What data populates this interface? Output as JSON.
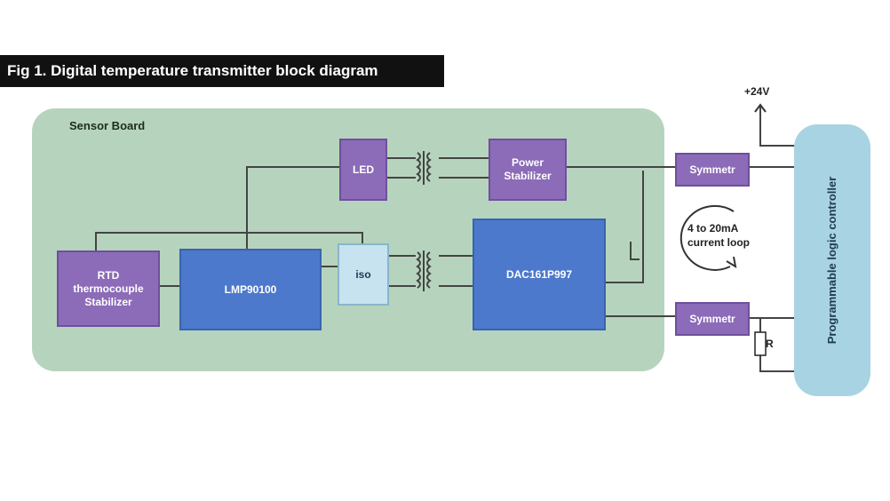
{
  "figure": {
    "title": "Fig 1. Digital temperature transmitter block diagram",
    "board_label": "Sensor Board"
  },
  "blocks": {
    "led": "LED",
    "power_stabilizer": "Power Stabilizer",
    "rtd": "RTD thermocouple Stabilizer",
    "mcu": "LMP90100",
    "iso": "iso",
    "dac": "DAC161P997",
    "sym_top": "Symmetr",
    "sym_bottom": "Symmetr",
    "plc": "Programmable logic controller"
  },
  "annotations": {
    "supply": "+24V",
    "loop": "4 to 20mA current loop",
    "rload": "R"
  },
  "colors": {
    "board": "#b6d4bd",
    "purple_block": "#8c6bb8",
    "blue_block": "#4d79cc",
    "iso_block": "#c7e3f0",
    "plc": "#a8d3e3"
  }
}
